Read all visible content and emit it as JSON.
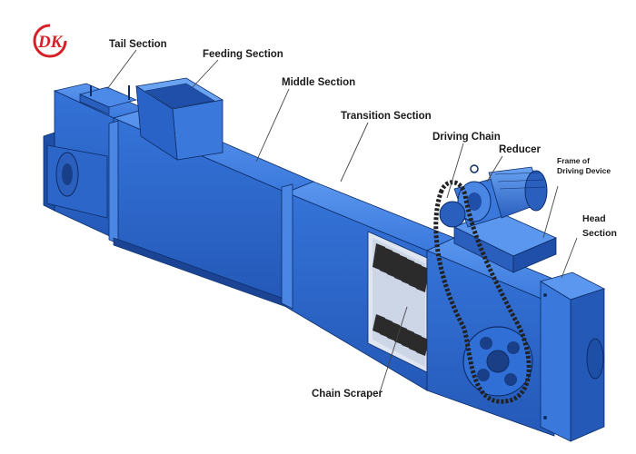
{
  "logo": {
    "text": "DK",
    "color": "#d61f26"
  },
  "colors": {
    "body": "#2f6fd6",
    "body_dark": "#1f4fa8",
    "body_light": "#4a8ae8",
    "outline": "#0d2c66",
    "chain": "#2a2a2a"
  },
  "labels": {
    "tail_section": "Tail Section",
    "feeding_section": "Feeding Section",
    "middle_section": "Middle Section",
    "transition_section": "Transition Section",
    "driving_chain": "Driving Chain",
    "reducer": "Reducer",
    "frame_of_driving_device_line1": "Frame of",
    "frame_of_driving_device_line2": "Driving Device",
    "head_section_line1": "Head",
    "head_section_line2": "Section",
    "chain_scraper": "Chain Scraper"
  }
}
